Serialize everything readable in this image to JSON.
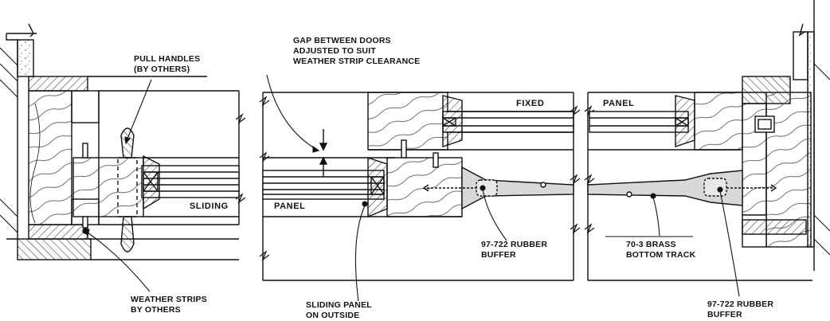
{
  "labels": {
    "pull_handles": [
      "PULL HANDLES",
      "(BY OTHERS)"
    ],
    "gap_between_doors": [
      "GAP BETWEEN DOORS",
      "ADJUSTED TO SUIT",
      "WEATHER STRIP CLEARANCE"
    ],
    "fixed": "FIXED",
    "panel_right": "PANEL",
    "sliding": "SLIDING",
    "panel_middle": "PANEL",
    "rubber_buffer_middle": [
      "97-722 RUBBER",
      "BUFFER"
    ],
    "brass_bottom_track": [
      "70-3 BRASS",
      "BOTTOM TRACK"
    ],
    "weather_strips": [
      "WEATHER STRIPS",
      "BY OTHERS"
    ],
    "sliding_panel_outside": [
      "SLIDING PANEL",
      "ON OUTSIDE"
    ],
    "rubber_buffer_right": [
      "97-722 RUBBER",
      "BUFFER"
    ]
  }
}
